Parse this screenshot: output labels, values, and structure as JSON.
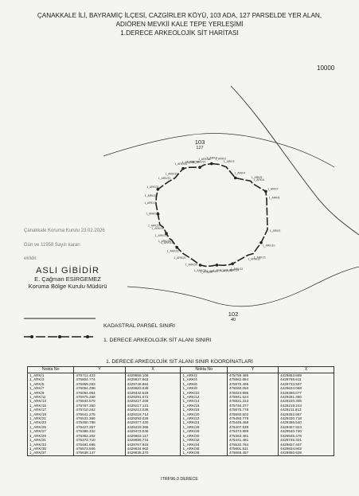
{
  "title": {
    "line1": "ÇANAKKALE İLİ, BAYRAMİÇ İLÇESİ, CAZGİRLER KÖYÜ, 103 ADA, 127 PARSELDE YER ALAN,",
    "line2": "ADIÖREN MEVKİİ KALE TEPE YERLEŞİMİ",
    "line3": "1.DERECE ARKEOLOJİK SİT HARİTASI"
  },
  "scale_label": "10000",
  "parcels": [
    {
      "ada": "103",
      "parsel": "127"
    },
    {
      "ada": "102",
      "parsel": "40"
    }
  ],
  "stamp": {
    "line1": "Çanakkale Koruma Kurulu 23.02.2026",
    "line2": "Gün ve 11958 Sayılı kararı",
    "line3": "eklidir."
  },
  "signature": {
    "name": "ASLI GİBİDİR",
    "person": "E. Çağman ESİRGEMEZ",
    "office": "Koruma Bölge Kurulu Müdürü"
  },
  "legend": {
    "parcel_boundary": "KADASTRAL PARSEL SINIRI",
    "site_boundary": "1. DERECE ARKEOLOJİK SİT ALANI SINIRI"
  },
  "table": {
    "title": "1. DERECE ARKEOLOJİK SİT ALANI SINIR KOORDİNATLARI",
    "headers": [
      "Nokta No",
      "Y",
      "X",
      "Nokta No",
      "Y",
      "X"
    ],
    "rows": [
      [
        "1_ARK/1",
        "475712.423",
        "4429858.108",
        "1_ARK/2",
        "475759.486",
        "4429853.669"
      ],
      [
        "1_ARK/3",
        "475804.774",
        "4429837.663",
        "1_ARK/4",
        "475862.684",
        "4429768.611"
      ],
      [
        "1_ARK/5",
        "475959.283",
        "4429748.884",
        "1_ARK/6",
        "475970.495",
        "4429733.597"
      ],
      [
        "1_ARK/7",
        "476054.298",
        "4429683.638",
        "1_ARK/8",
        "476060.050",
        "4429634.068"
      ],
      [
        "1_ARK/9",
        "476064.954",
        "4429442.529",
        "1_ARK/10",
        "476024.995",
        "4429360.077"
      ],
      [
        "1_ARK/11",
        "475975.268",
        "4429291.572",
        "1_ARK/12",
        "475941.524",
        "4429281.380"
      ],
      [
        "1_ARK/13",
        "475844.579",
        "4429227.209",
        "1_ARK/14",
        "475821.223",
        "4429220.305"
      ],
      [
        "1_ARK/15",
        "475787.350",
        "4429217.121",
        "1_ARK/16",
        "475746.377",
        "4429219.244"
      ],
      [
        "1_ARK/17",
        "475710.262",
        "4429213.036",
        "1_ARK/18",
        "475675.778",
        "4429211.813"
      ],
      [
        "1_ARK/19",
        "475641.275",
        "4429218.714",
        "1_ARK/20",
        "475593.502",
        "4429252.667"
      ],
      [
        "1_ARK/21",
        "475531.366",
        "4429293.029",
        "1_ARK/22",
        "475493.778",
        "4429330.718"
      ],
      [
        "1_ARK/23",
        "475460.788",
        "4429377.430",
        "1_ARK/24",
        "475446.468",
        "4429386.540"
      ],
      [
        "1_ARK/25",
        "475427.357",
        "4429418.365",
        "1_ARK/26",
        "475407.639",
        "4429457.924"
      ],
      [
        "1_ARK/27",
        "475386.332",
        "4429473.045",
        "1_ARK/28",
        "475374.989",
        "4429540.740"
      ],
      [
        "1_ARK/29",
        "475362.202",
        "4429603.117",
        "1_ARK/30",
        "475363.481",
        "4429645.476"
      ],
      [
        "1_ARK/31",
        "475373.710",
        "4429696.741",
        "1_ARK/32",
        "475441.481",
        "4429745.331"
      ],
      [
        "1_ARK/33",
        "475481.696",
        "4429767.918",
        "1_ARK/34",
        "475532.784",
        "4429827.407"
      ],
      [
        "1_ARK/35",
        "475573.506",
        "4429834.902",
        "1_ARK/36",
        "475601.811",
        "4429834.902"
      ],
      [
        "1_ARK/37",
        "475638.147",
        "4429835.370",
        "1_ARK/38",
        "475665.457",
        "4429850.628"
      ]
    ]
  },
  "footer": "ITRF96-3 DERECE"
}
